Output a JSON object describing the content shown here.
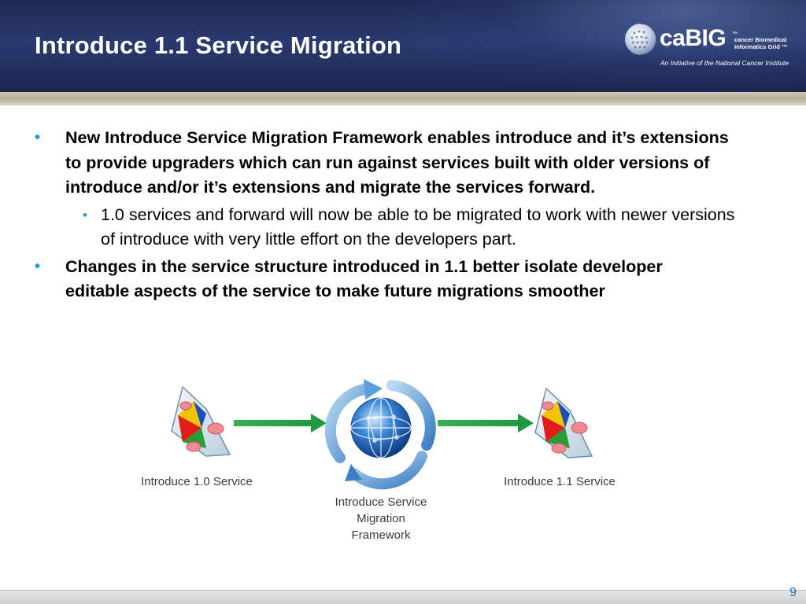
{
  "slide": {
    "title": "Introduce 1.1 Service Migration",
    "page_number": "9"
  },
  "logo": {
    "brand": "caBIG",
    "trademark": "™",
    "subtitle_line1": "cancer Biomedical",
    "subtitle_line2": "Informatics Grid ™",
    "initiative": "An Initiative of the National Cancer Institute"
  },
  "bullets": [
    {
      "text": "New Introduce Service Migration Framework enables introduce and it’s extensions to provide upgraders which can run against services built with older versions of introduce and/or it’s extensions and migrate the services forward.",
      "sub": "1.0 services and forward will now be able to be migrated to work with newer versions of introduce with very little effort on the developers part."
    },
    {
      "text": "Changes in the service structure introduced in 1.1 better isolate developer editable aspects of the service to make future migrations smoother"
    }
  ],
  "diagram": {
    "left_label": "Introduce 1.0 Service",
    "center_label_line1": "Introduce Service",
    "center_label_line2": "Migration",
    "center_label_line3": "Framework",
    "right_label": "Introduce 1.1 Service"
  },
  "colors": {
    "header_bg": "#24316a",
    "bullet_accent": "#1e9ad6",
    "arrow_green": "#2aa24a",
    "page_number": "#1e6bb5"
  },
  "icons": {
    "globe": "globe-icon",
    "service": "service-icon",
    "cycle": "cycle-arrows-icon",
    "arrow": "arrow-right-icon"
  }
}
